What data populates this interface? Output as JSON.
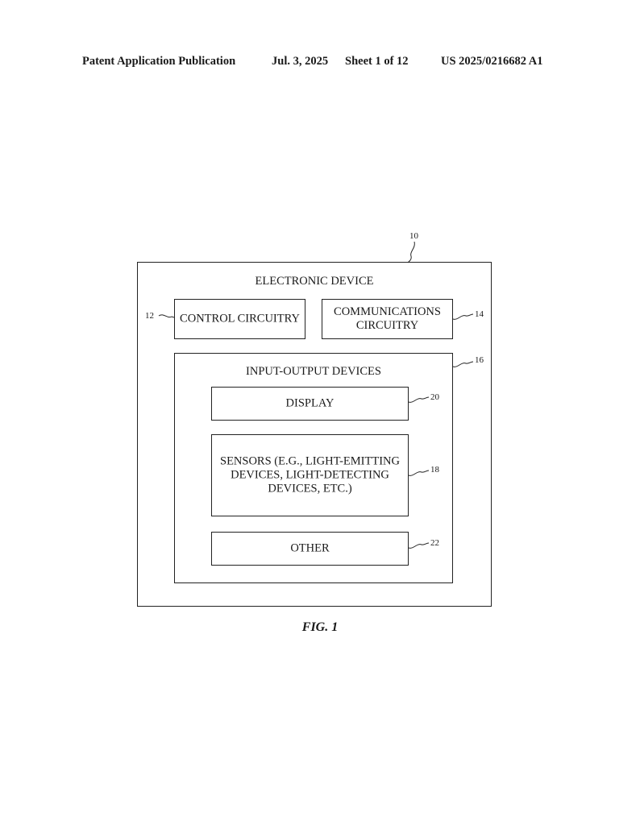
{
  "header": {
    "publication": "Patent Application Publication",
    "date": "Jul. 3, 2025",
    "sheet": "Sheet 1 of 12",
    "number": "US 2025/0216682 A1"
  },
  "diagram": {
    "device": {
      "label": "ELECTRONIC DEVICE",
      "ref": "10"
    },
    "control": {
      "label": "CONTROL CIRCUITRY",
      "ref": "12"
    },
    "communications": {
      "label": "COMMUNICATIONS\nCIRCUITRY",
      "ref": "14"
    },
    "io": {
      "label": "INPUT-OUTPUT DEVICES",
      "ref": "16"
    },
    "display": {
      "label": "DISPLAY",
      "ref": "20"
    },
    "sensors": {
      "label": "SENSORS (E.G., LIGHT-EMITTING\nDEVICES, LIGHT-DETECTING\nDEVICES, ETC.)",
      "ref": "18"
    },
    "other": {
      "label": "OTHER",
      "ref": "22"
    }
  },
  "figure": {
    "caption": "FIG. 1"
  }
}
